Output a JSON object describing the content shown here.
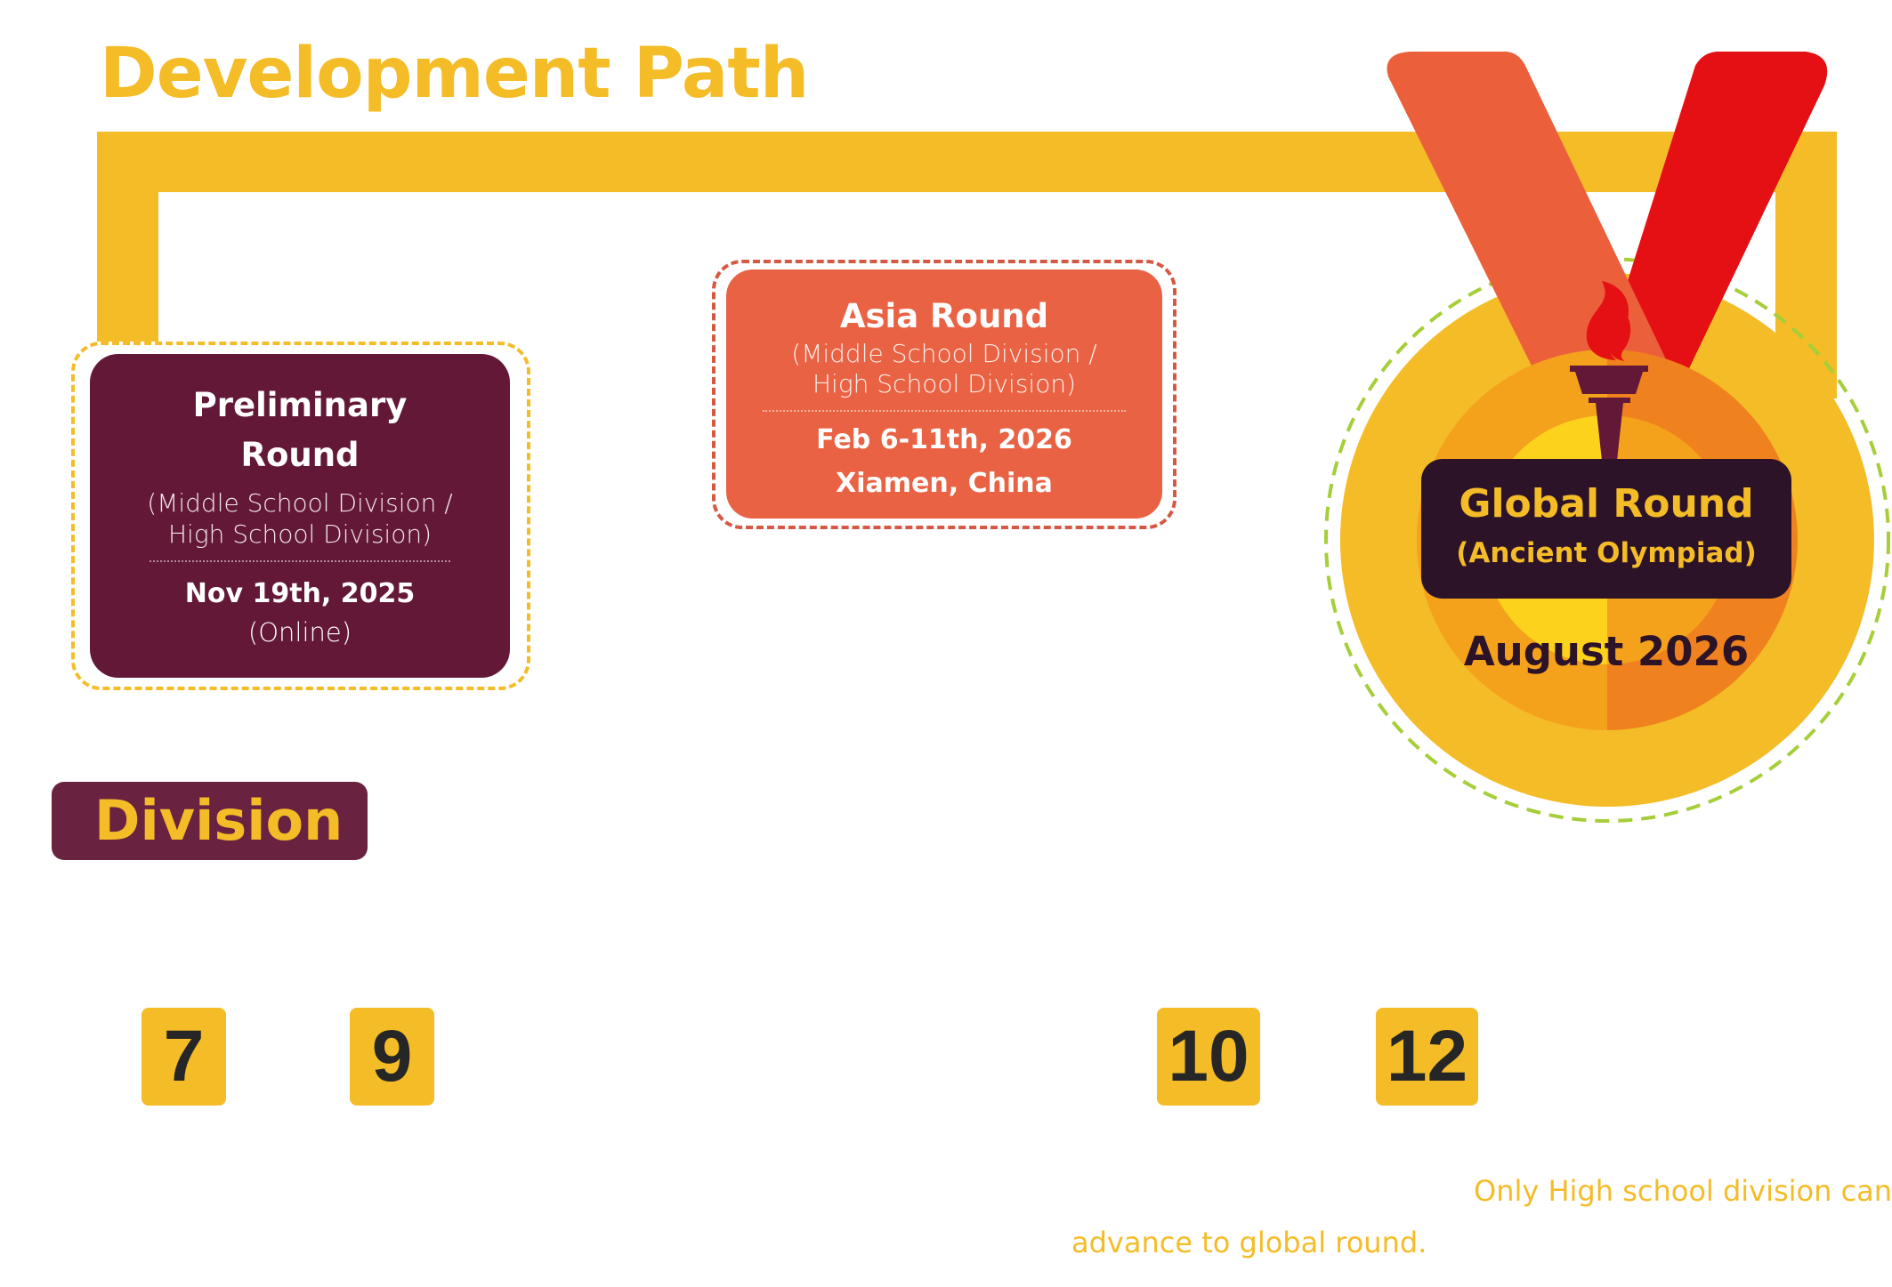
{
  "page": {
    "title": "Development Path"
  },
  "colors": {
    "accent_gold": "#F4BC27",
    "maroon": "#631838",
    "coral": "#E96243",
    "red": "#E51013",
    "dark_plum": "#2C1328",
    "green_dash": "#A6CE39"
  },
  "rounds": {
    "preliminary": {
      "title_line1": "Preliminary",
      "title_line2": "Round",
      "divisions_line1": "(Middle School Division /",
      "divisions_line2": "High School Division)",
      "date": "Nov 19th, 2025",
      "location": "(Online)"
    },
    "asia": {
      "title": "Asia Round",
      "divisions_line1": "(Middle School Division /",
      "divisions_line2": "High School Division)",
      "date": "Feb 6-11th, 2026",
      "location": "Xiamen, China"
    },
    "global": {
      "title": "Global Round",
      "subtitle": "(Ancient Olympiad)",
      "date": "August 2026",
      "icon": "torch-medal-icon"
    }
  },
  "division": {
    "label": "Division",
    "grades": [
      "7",
      "9",
      "10",
      "12"
    ]
  },
  "footnote": {
    "line1": "Only High school division can",
    "line2": "advance to global round."
  }
}
